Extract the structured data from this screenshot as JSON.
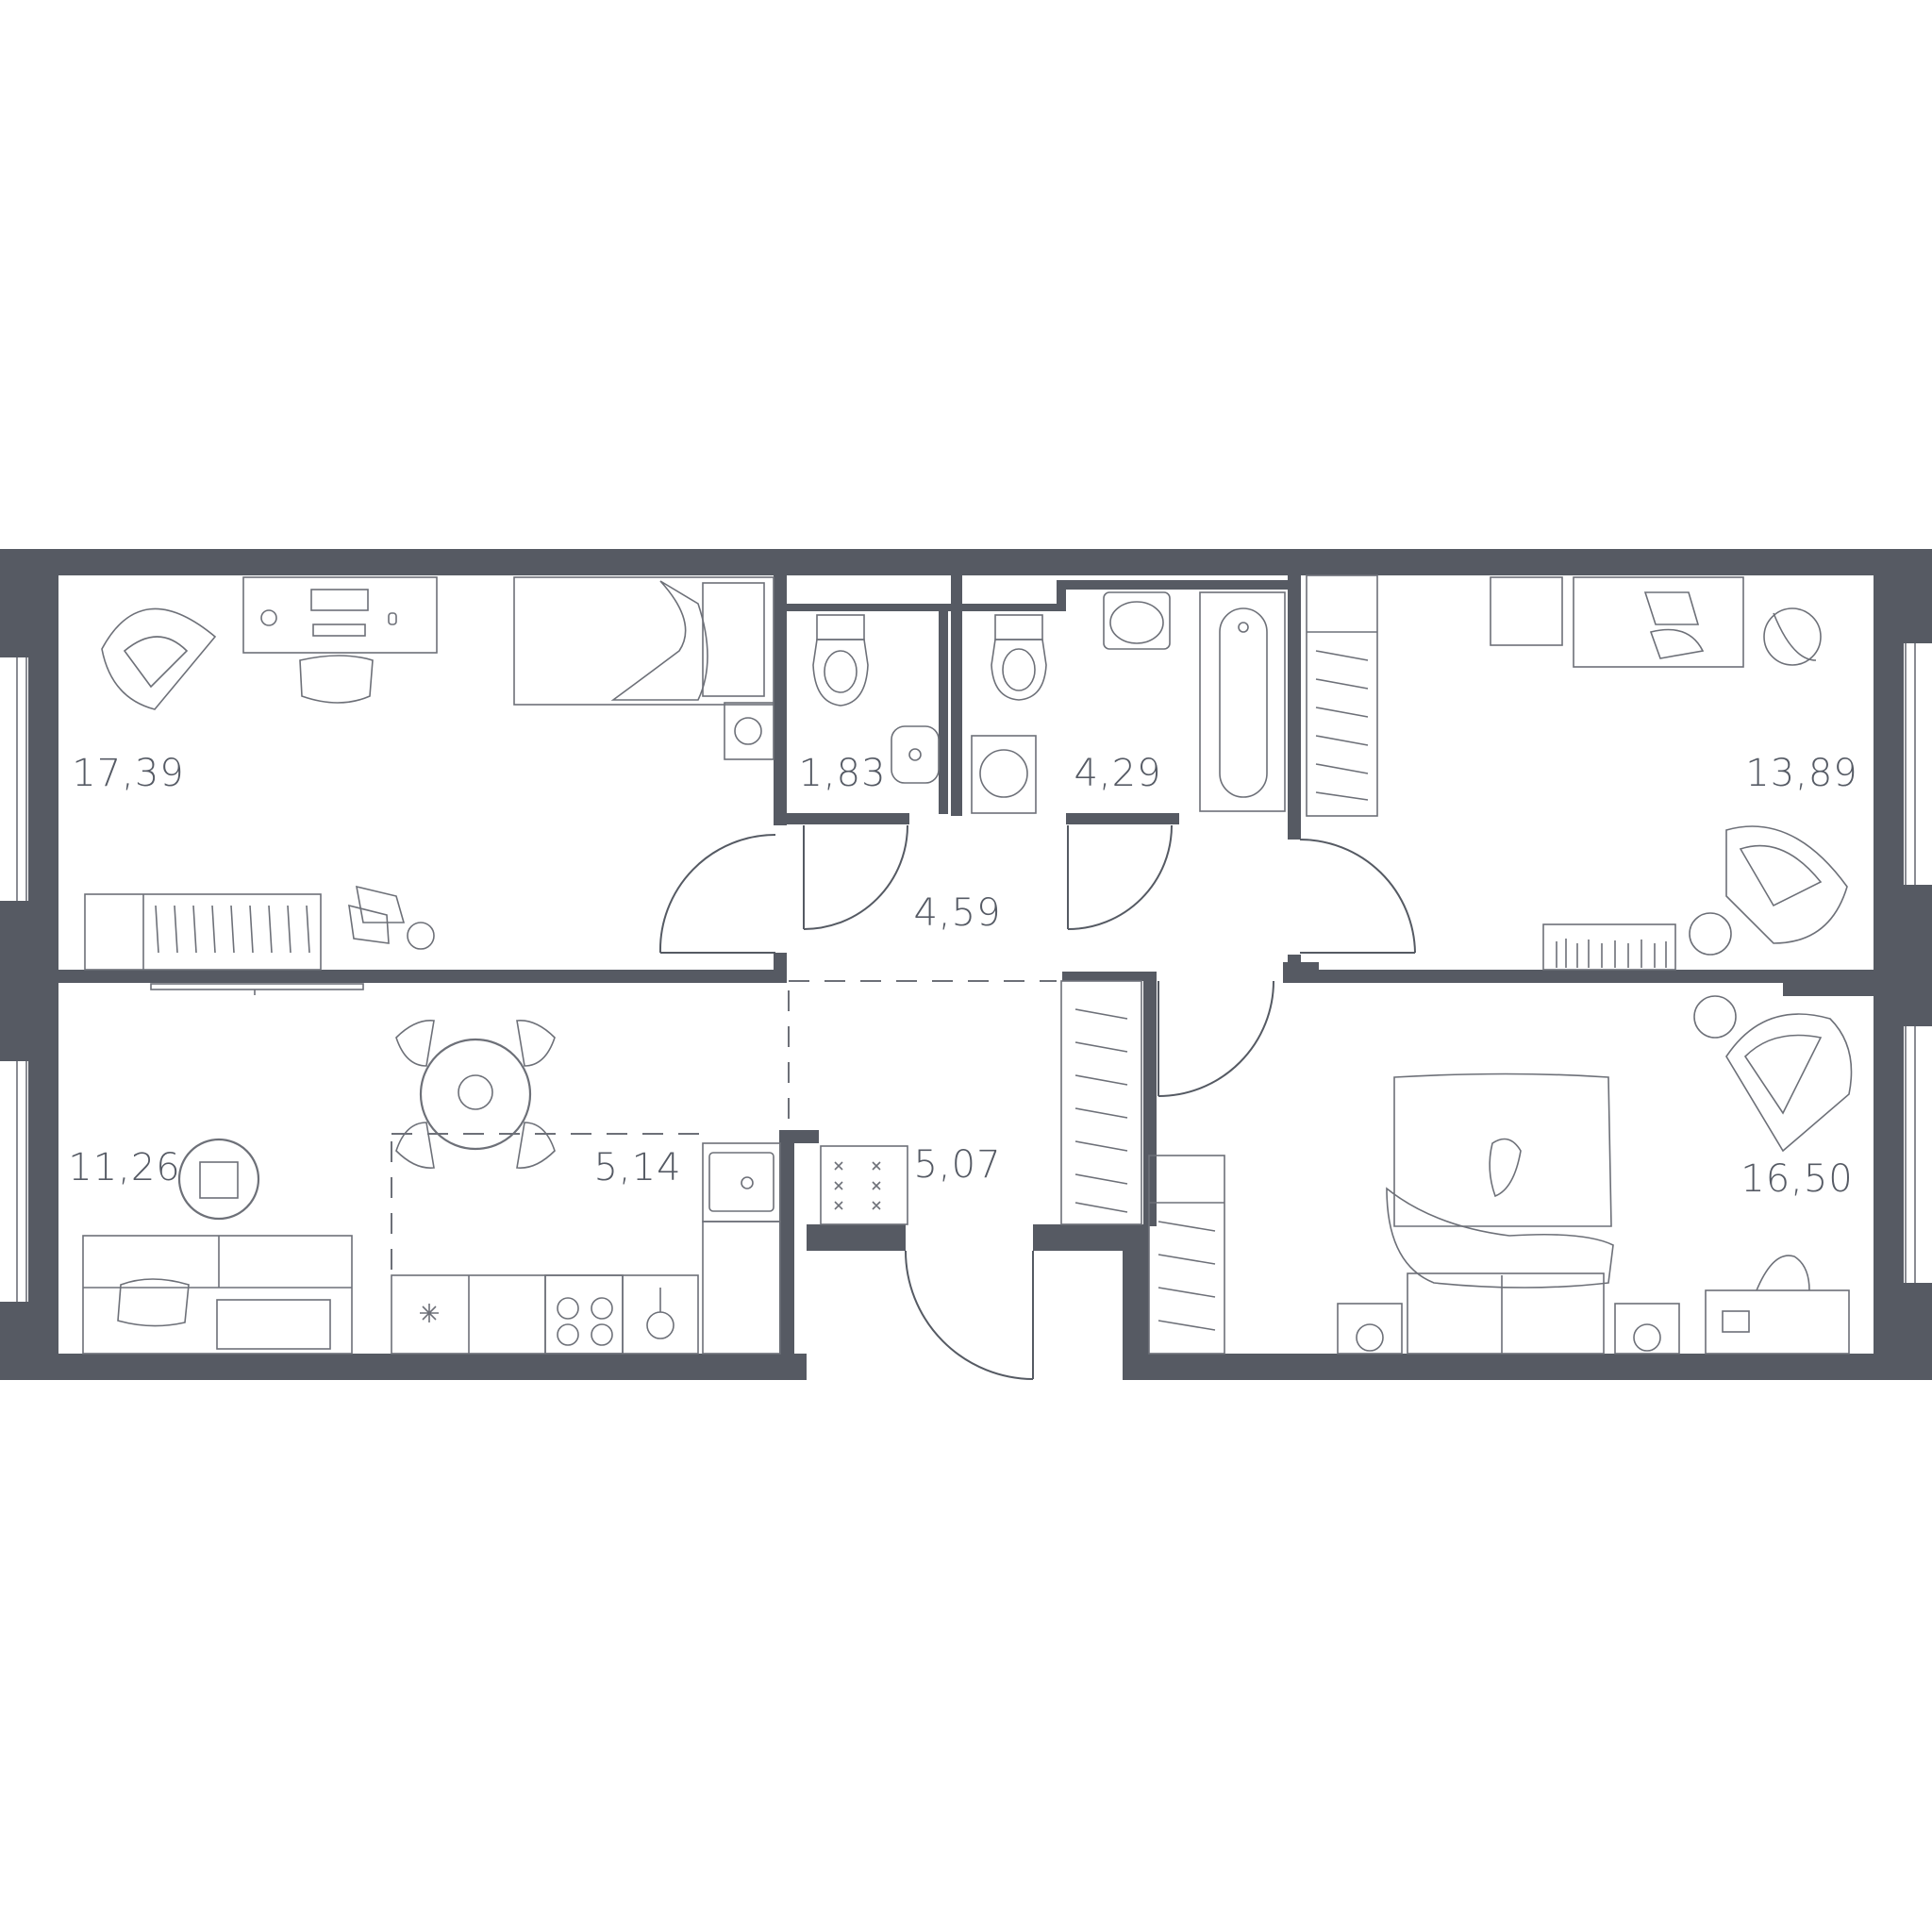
{
  "plan": {
    "rooms": [
      {
        "id": "bedroom-top-left",
        "area": "17,39"
      },
      {
        "id": "wc-small",
        "area": "1,83"
      },
      {
        "id": "bathroom",
        "area": "4,29"
      },
      {
        "id": "bedroom-top-right",
        "area": "13,89"
      },
      {
        "id": "hallway",
        "area": "4,59"
      },
      {
        "id": "living-room",
        "area": "11,26"
      },
      {
        "id": "kitchen",
        "area": "5,14"
      },
      {
        "id": "entrance-hall",
        "area": "5,07"
      },
      {
        "id": "bedroom-bottom-right",
        "area": "16,50"
      }
    ],
    "colors": {
      "wall": "#565a63",
      "furniture_line": "#6d7078",
      "label": "#555a64",
      "background": "#ffffff"
    }
  }
}
